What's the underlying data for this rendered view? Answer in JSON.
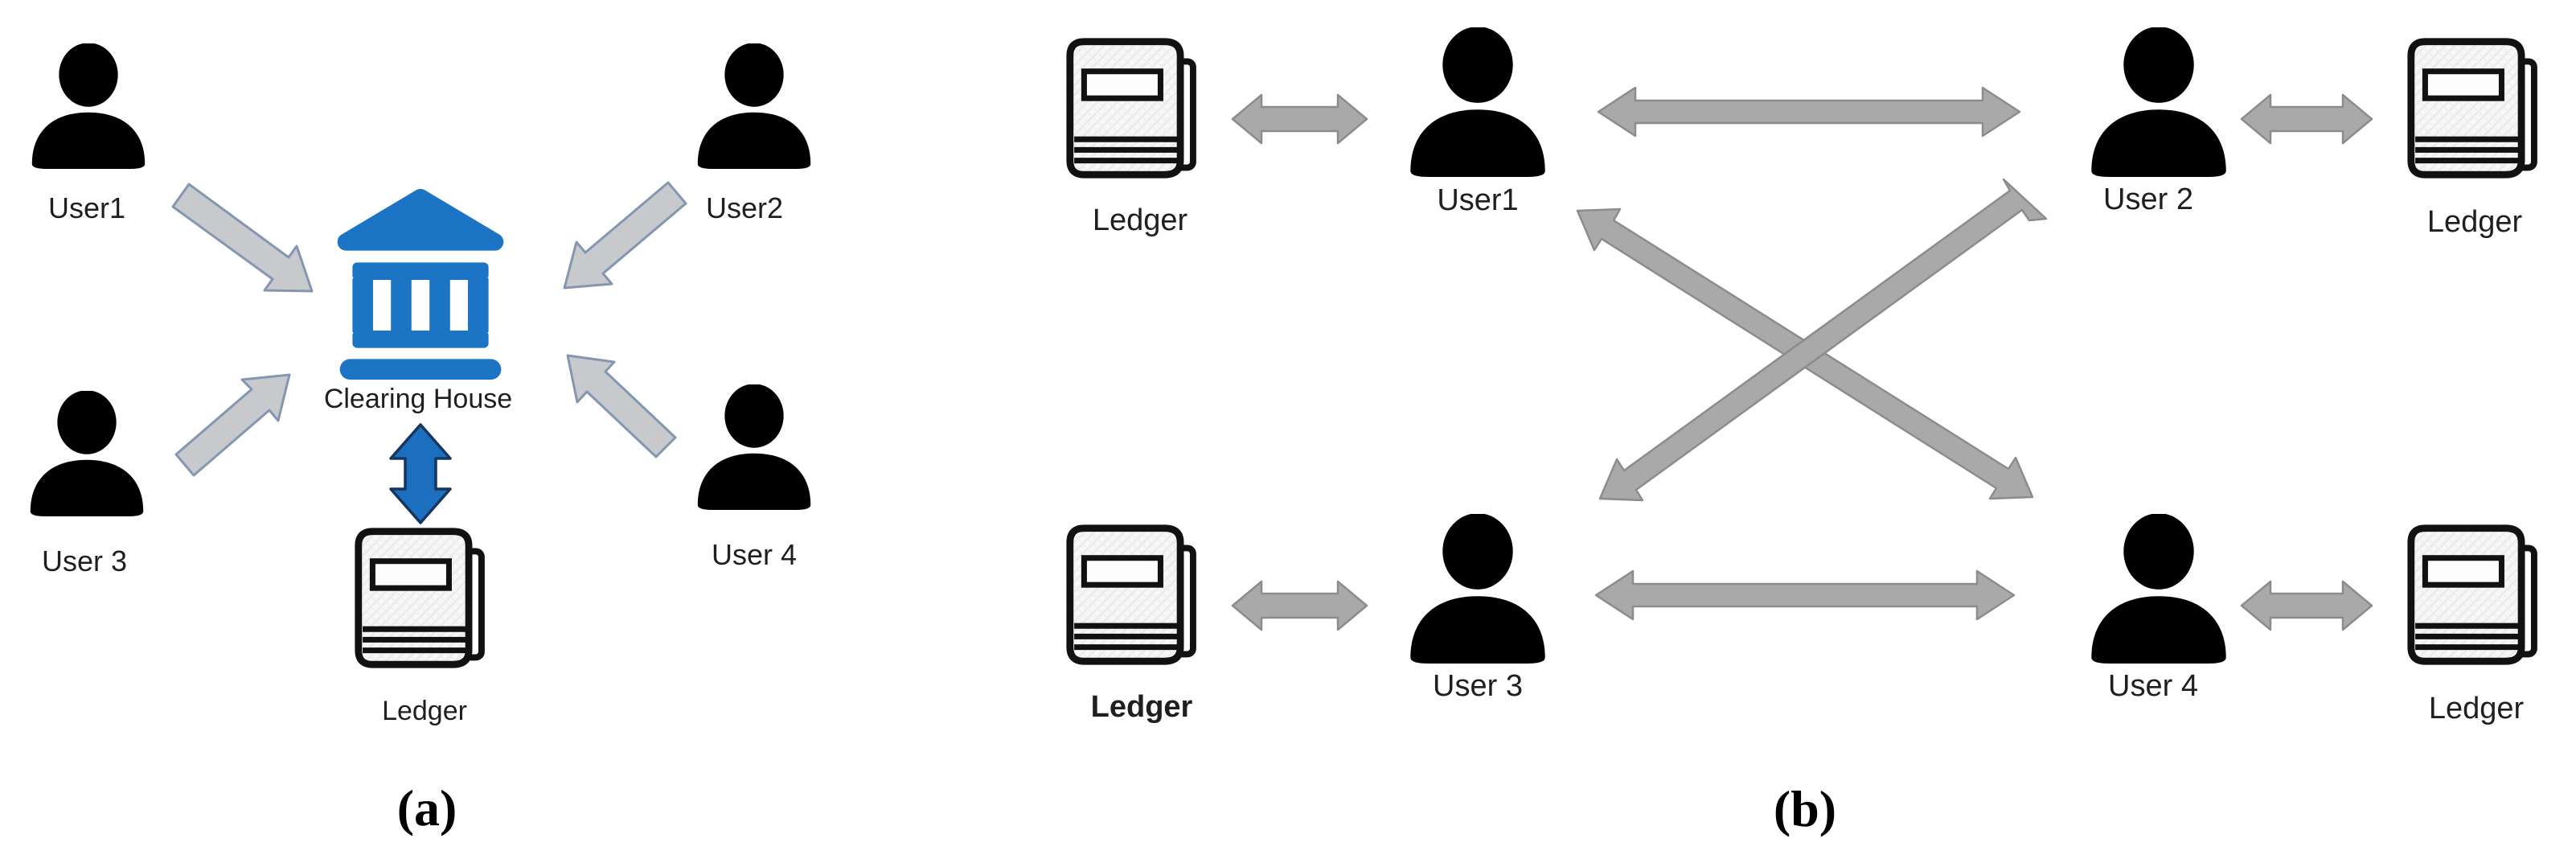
{
  "figure": {
    "background": "#ffffff",
    "colors": {
      "institution_blue": "#1B74C4",
      "blue_arrow": "#1B6FBE",
      "blue_arrow_line": "#17365D",
      "gray_arrow_a": "#C8C9CC",
      "gray_arrow_a_line": "#8496B0",
      "gray_arrow_b": "#A9A9A9",
      "gray_arrow_b_line": "#8C8C8C",
      "icon_black": "#000000",
      "text_color": "#1F1F1F"
    },
    "panel_a": {
      "caption": "(a)",
      "nodes": {
        "user1": {
          "label": "User1",
          "icon": "person-icon"
        },
        "user2": {
          "label": "User2",
          "icon": "person-icon"
        },
        "user3": {
          "label": "User 3",
          "icon": "person-icon"
        },
        "user4": {
          "label": "User 4",
          "icon": "person-icon"
        },
        "clearing_house": {
          "label": "Clearing House",
          "icon": "bank-icon"
        },
        "ledger": {
          "label": "Ledger",
          "icon": "ledger-book-icon"
        }
      },
      "connections": [
        {
          "from": "user1",
          "to": "clearing_house",
          "direction": "one-way",
          "style": "gray-outlined"
        },
        {
          "from": "user2",
          "to": "clearing_house",
          "direction": "one-way",
          "style": "gray-outlined"
        },
        {
          "from": "user3",
          "to": "clearing_house",
          "direction": "one-way",
          "style": "gray-outlined"
        },
        {
          "from": "user4",
          "to": "clearing_house",
          "direction": "one-way",
          "style": "gray-outlined"
        },
        {
          "from": "clearing_house",
          "to": "ledger",
          "direction": "two-way",
          "style": "blue"
        }
      ]
    },
    "panel_b": {
      "caption": "(b)",
      "nodes": {
        "ledger_top_left": {
          "label": "Ledger",
          "icon": "ledger-book-icon"
        },
        "user1": {
          "label": "User1",
          "icon": "person-icon"
        },
        "user2": {
          "label": "User 2",
          "icon": "person-icon"
        },
        "ledger_top_right": {
          "label": "Ledger",
          "icon": "ledger-book-icon"
        },
        "ledger_bottom_left": {
          "label": "Ledger",
          "icon": "ledger-book-icon",
          "bold": true
        },
        "user3": {
          "label": "User 3",
          "icon": "person-icon"
        },
        "user4": {
          "label": "User 4",
          "icon": "person-icon"
        },
        "ledger_bottom_right": {
          "label": "Ledger",
          "icon": "ledger-book-icon"
        }
      },
      "connections": [
        {
          "from": "ledger_top_left",
          "to": "user1",
          "direction": "two-way",
          "style": "gray"
        },
        {
          "from": "user1",
          "to": "user2",
          "direction": "two-way",
          "style": "gray"
        },
        {
          "from": "user2",
          "to": "ledger_top_right",
          "direction": "two-way",
          "style": "gray"
        },
        {
          "from": "user1",
          "to": "user4",
          "direction": "two-way",
          "style": "gray"
        },
        {
          "from": "user3",
          "to": "user2",
          "direction": "two-way",
          "style": "gray"
        },
        {
          "from": "ledger_bottom_left",
          "to": "user3",
          "direction": "two-way",
          "style": "gray"
        },
        {
          "from": "user3",
          "to": "user4",
          "direction": "two-way",
          "style": "gray"
        },
        {
          "from": "user4",
          "to": "ledger_bottom_right",
          "direction": "two-way",
          "style": "gray"
        }
      ]
    }
  }
}
